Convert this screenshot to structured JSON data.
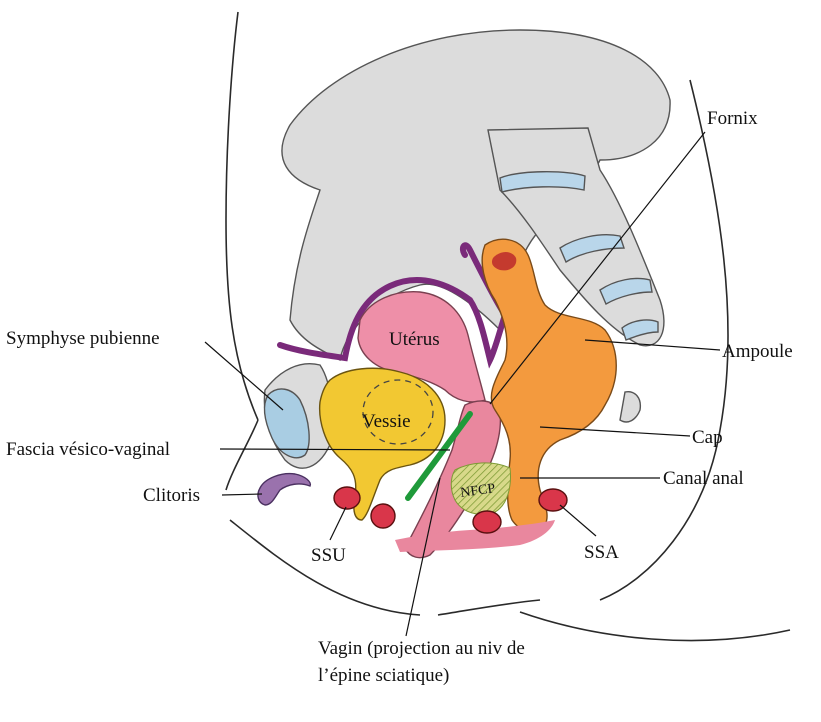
{
  "labels": {
    "fornix": "Fornix",
    "ampoule": "Ampoule",
    "cap": "Cap",
    "canal_anal": "Canal anal",
    "ssa": "SSA",
    "symphyse": "Symphyse pubienne",
    "fascia": "Fascia vésico-vaginal",
    "clitoris": "Clitoris",
    "ssu": "SSU",
    "vagin_line1": "Vagin (projection au niv de",
    "vagin_line2": "l’épine sciatique)",
    "uterus": "Utérus",
    "vessie": "Vessie",
    "nfcp": "NFCP"
  },
  "colors": {
    "bone": "#dcdcdc",
    "bone_shadow": "#bdbdbd",
    "uterus": "#ee8fa8",
    "vagina": "#e9879e",
    "bladder": "#f2c832",
    "rectum": "#f39a3e",
    "sphincter": "#d9364a",
    "clitoris": "#9a72ad",
    "symphysis": "#a9cde3",
    "disc": "#b9d6ea",
    "peritoneum": "#7a2a7a",
    "fascia_line": "#1f9a3a",
    "nfcp": "#cfd27a"
  }
}
